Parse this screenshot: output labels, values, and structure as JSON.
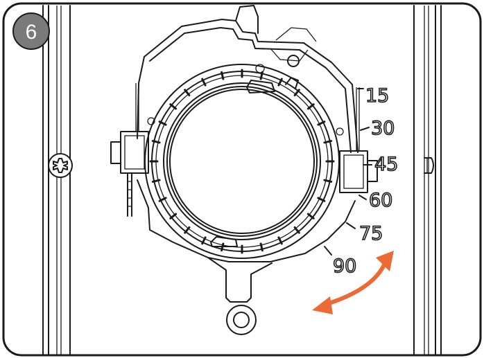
{
  "step": {
    "number": "6",
    "badge_color": "#7a7a7a"
  },
  "scale": {
    "labels": [
      "15",
      "30",
      "45",
      "60",
      "75",
      "90"
    ]
  },
  "arrow": {
    "color": "#ee6a35",
    "direction": "bidirectional-rotation"
  }
}
